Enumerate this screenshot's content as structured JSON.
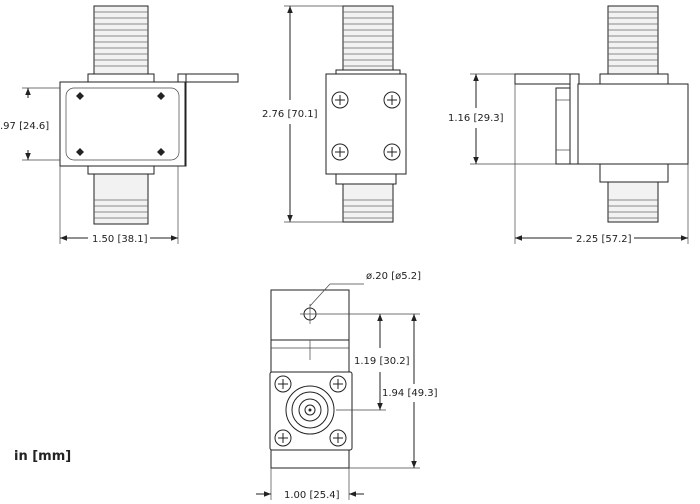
{
  "dimensions": {
    "front_height": ".97 [24.6]",
    "front_width": "1.50 [38.1]",
    "side_total_height": "2.76 [70.1]",
    "right_height": "1.16 [29.3]",
    "right_length": "2.25 [57.2]",
    "hole_diameter": "ø.20 [ø5.2]",
    "hole_to_center": "1.19 [30.2]",
    "bottom_total_height": "1.94 [49.3]",
    "bottom_width": "1.00 [25.4]"
  },
  "units_label": "in [mm]"
}
